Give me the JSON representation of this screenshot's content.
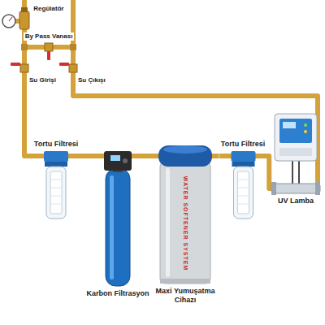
{
  "diagram": {
    "nodes": [
      {
        "text": [
          "Tortu Filtresi"
        ]
      },
      {
        "text": [
          "Karbon Filtrasyon"
        ]
      },
      {
        "text": [
          "WATER SOFTENER SYSTEM",
          "Maxi Yumuşatma Cihazı"
        ]
      },
      {
        "text": [
          "Tortu Filtresi"
        ]
      },
      {
        "text": [
          "UV Lamba"
        ]
      }
    ],
    "edges": [
      {
        "from": 0,
        "to": 1,
        "arrow": "none"
      },
      {
        "from": 1,
        "to": 2,
        "arrow": "none"
      },
      {
        "from": 2,
        "to": 3,
        "arrow": "none"
      },
      {
        "from": 3,
        "to": 4,
        "arrow": "none"
      }
    ],
    "labels": [
      "Regülatör",
      "By Pass Vanası",
      "Su Girişi",
      "Su Çıkışı"
    ]
  }
}
